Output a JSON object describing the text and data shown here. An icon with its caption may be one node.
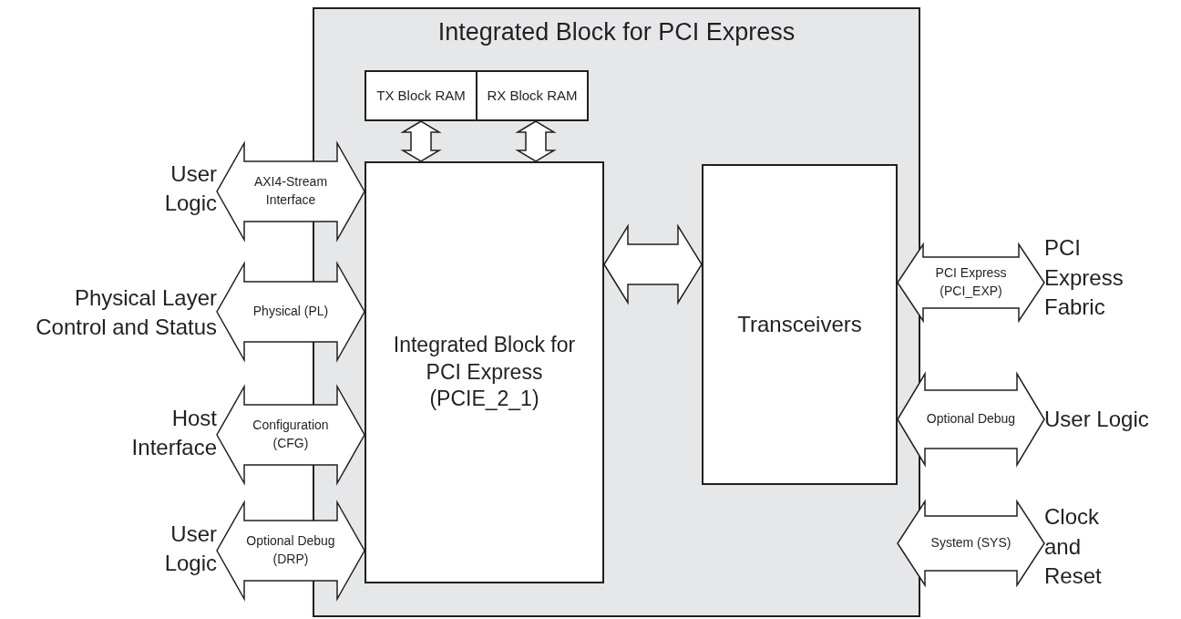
{
  "diagram": {
    "nodes": [
      {
        "text": [
          "Integrated Block for PCI Express"
        ]
      },
      {
        "text": [
          "TX Block RAM"
        ],
        "in": 0
      },
      {
        "text": [
          "RX Block RAM"
        ],
        "in": 0
      },
      {
        "text": [
          "Integrated Block for PCI Express (PCIE_2_1)"
        ],
        "in": 0
      },
      {
        "text": [
          "Transceivers"
        ],
        "in": 0
      },
      {
        "text": [
          "User Logic"
        ]
      },
      {
        "text": [
          "Physical Layer Control and Status"
        ]
      },
      {
        "text": [
          "Host Interface"
        ]
      },
      {
        "text": [
          "User Logic"
        ]
      },
      {
        "text": [
          "PCI Express Fabric"
        ]
      },
      {
        "text": [
          "User Logic"
        ]
      },
      {
        "text": [
          "Clock and Reset"
        ]
      }
    ],
    "edges": [
      {
        "from": 5,
        "to": 3,
        "arrow": "both",
        "label": "AXI4-Stream Interface"
      },
      {
        "from": 6,
        "to": 3,
        "arrow": "both",
        "label": "Physical (PL)"
      },
      {
        "from": 7,
        "to": 3,
        "arrow": "both",
        "label": "Configuration (CFG)"
      },
      {
        "from": 8,
        "to": 3,
        "arrow": "both",
        "label": "Optional Debug (DRP)"
      },
      {
        "from": 1,
        "to": 3,
        "arrow": "both"
      },
      {
        "from": 2,
        "to": 3,
        "arrow": "both"
      },
      {
        "from": 3,
        "to": 4,
        "arrow": "both"
      },
      {
        "from": 4,
        "to": 9,
        "arrow": "both",
        "label": "PCI Express (PCI_EXP)"
      },
      {
        "from": 4,
        "to": 10,
        "arrow": "both",
        "label": "Optional Debug"
      },
      {
        "from": null,
        "to": 11,
        "arrow": "both",
        "label": "System (SYS)"
      }
    ]
  }
}
